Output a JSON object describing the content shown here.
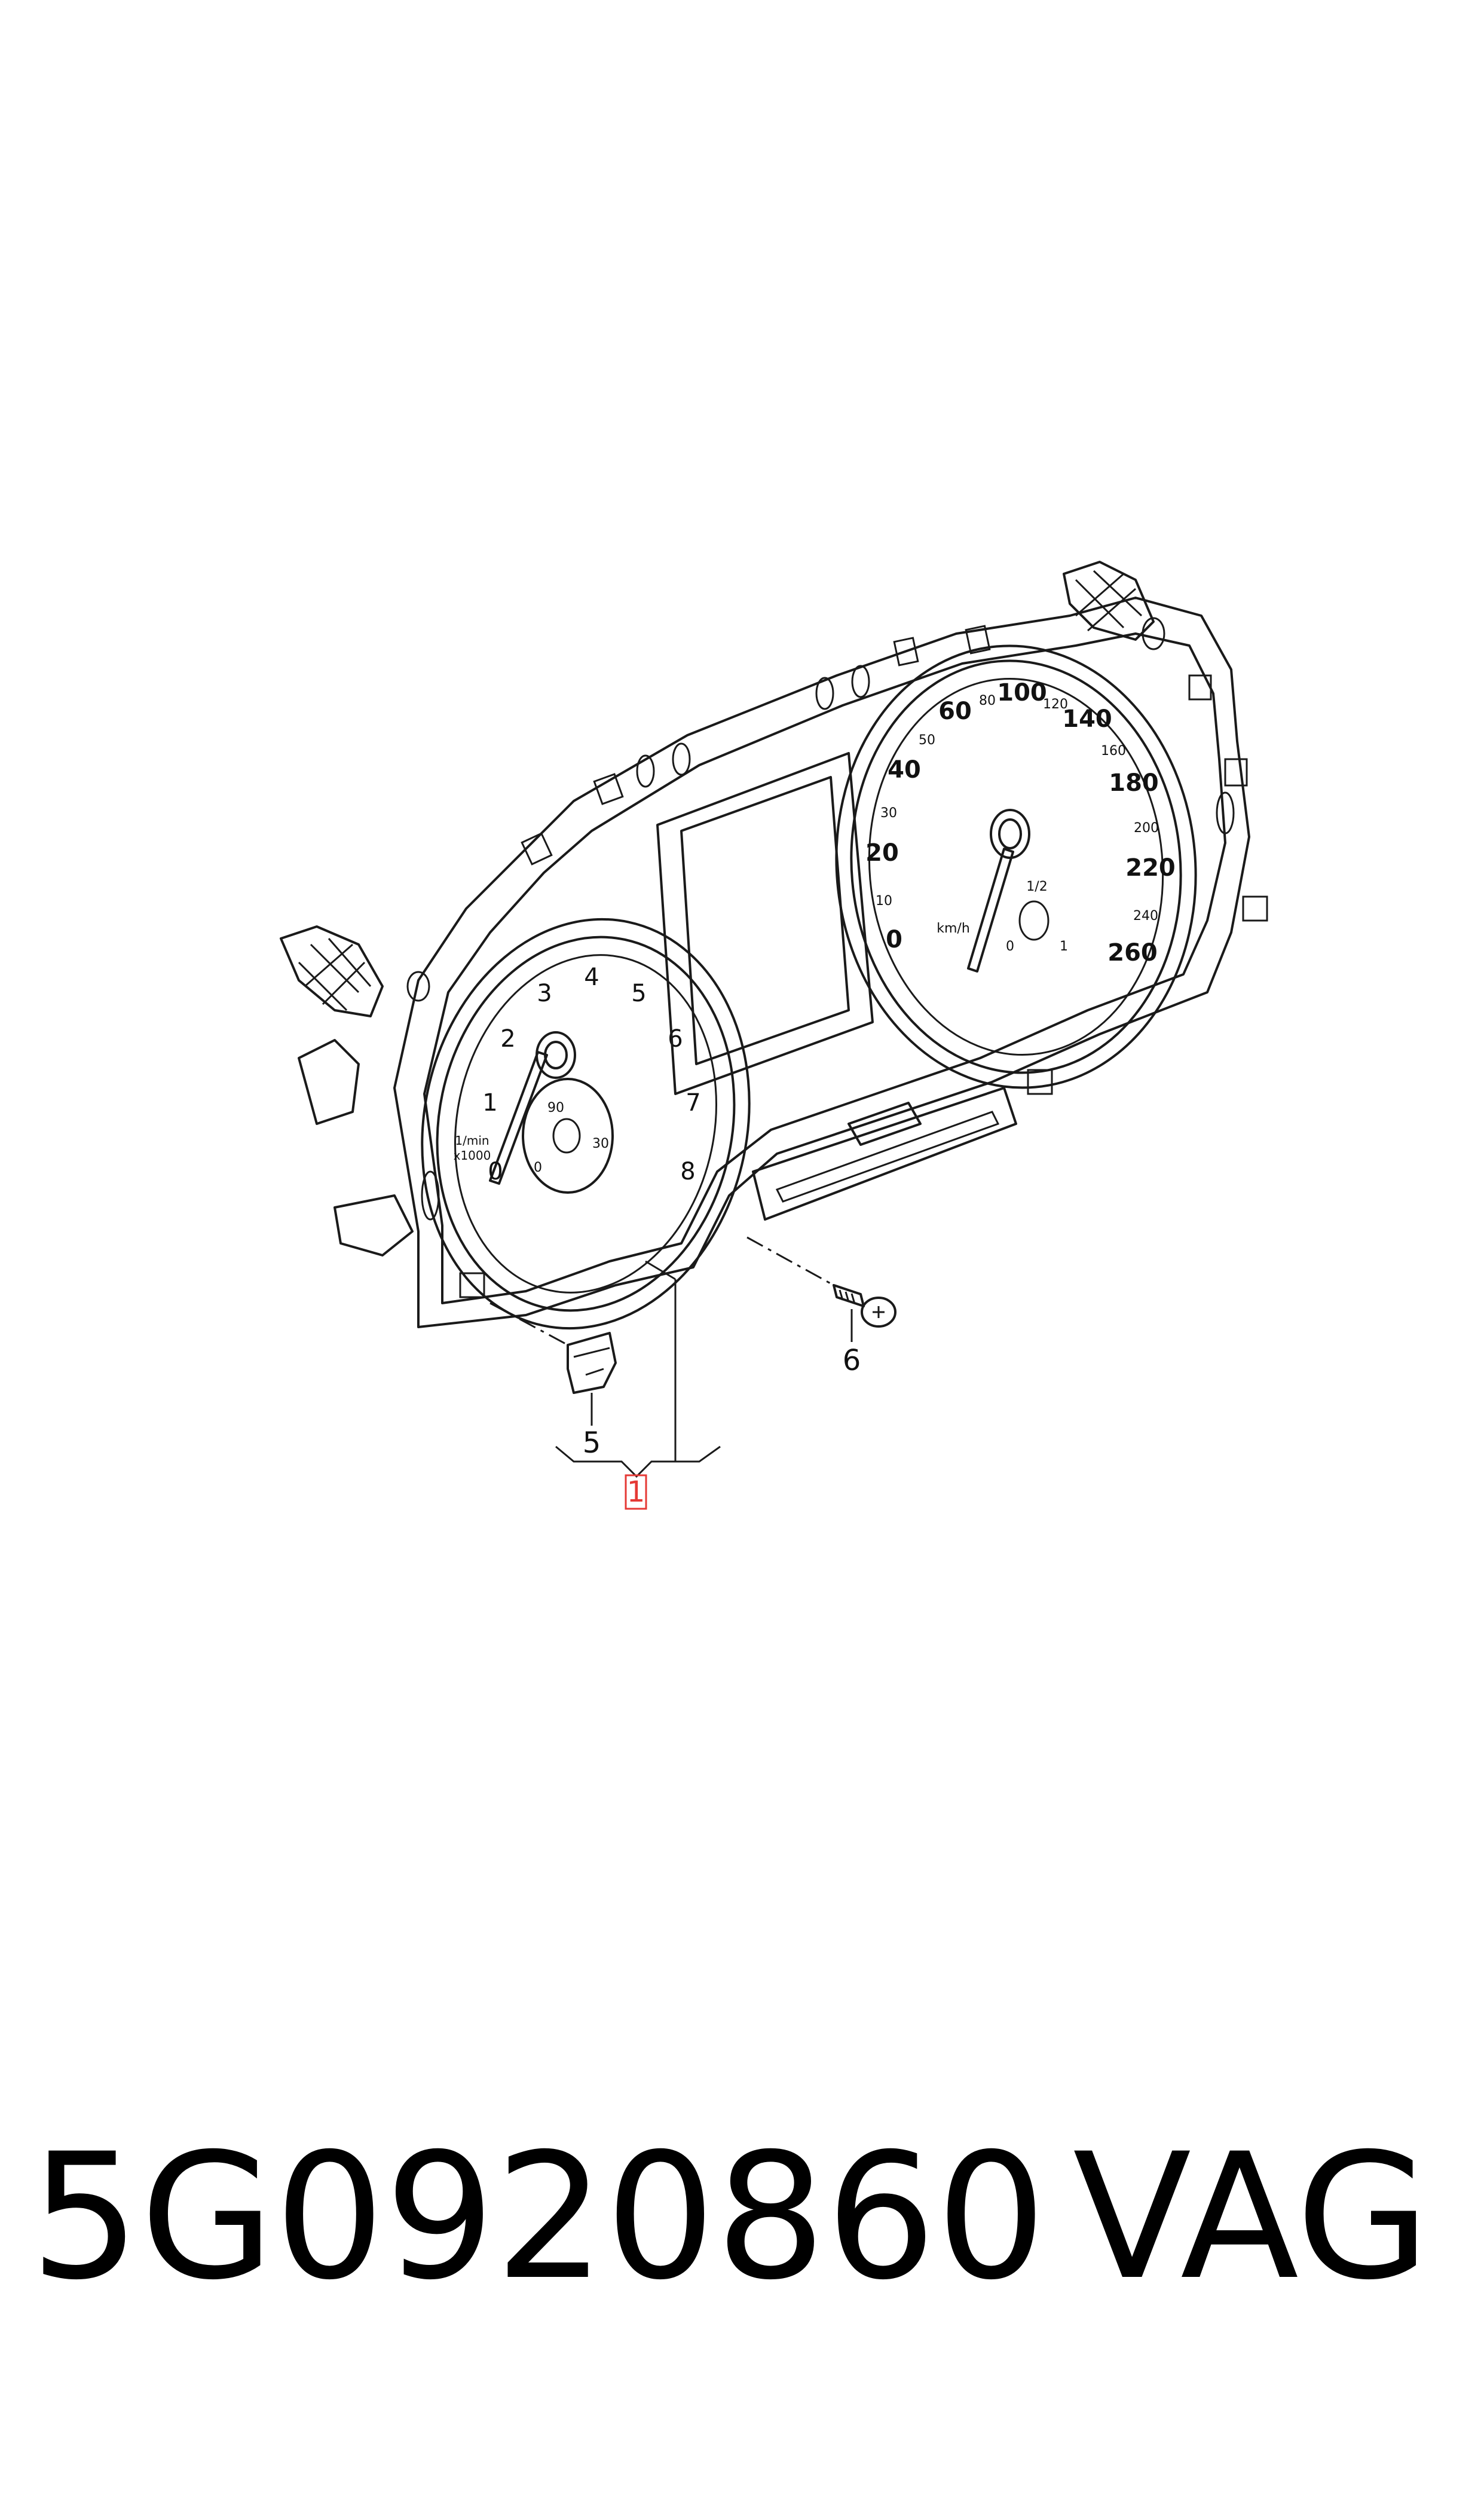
{
  "callouts": {
    "main": "1",
    "clip": "5",
    "screw": "6"
  },
  "tachometer": {
    "ticks": [
      "0",
      "1",
      "2",
      "3",
      "4",
      "5",
      "6",
      "7",
      "8"
    ],
    "unit_line1": "1/min",
    "unit_line2": "x1000",
    "sub_ticks": [
      "0",
      "90",
      "30"
    ]
  },
  "speedometer": {
    "ticks_major": [
      "0",
      "20",
      "40",
      "60",
      "100",
      "140",
      "180",
      "220",
      "260"
    ],
    "ticks_minor": [
      "10",
      "30",
      "50",
      "80",
      "120",
      "160",
      "200",
      "240"
    ],
    "unit": "km/h",
    "sub_ticks": [
      "0",
      "1/2",
      "1"
    ]
  },
  "footer": {
    "part_number": "5G0920860",
    "brand": "VAG"
  },
  "colors": {
    "line": "#1a1a1a",
    "highlight": "#e53935"
  }
}
